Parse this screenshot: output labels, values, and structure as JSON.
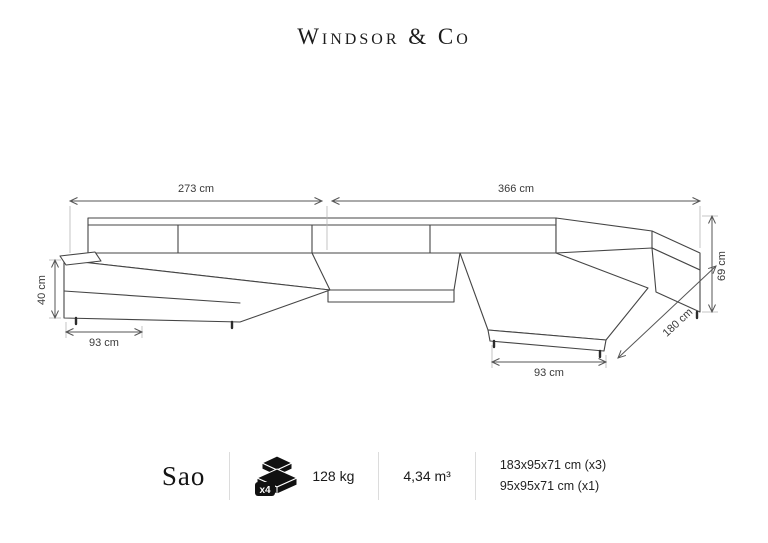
{
  "brand": {
    "name": "Windsor & Co"
  },
  "product": {
    "name": "Sao"
  },
  "dimensions": {
    "top_left": "273 cm",
    "top_right": "366 cm",
    "height_right": "69 cm",
    "height_left": "40 cm",
    "depth_left": "93 cm",
    "depth_right_front": "93 cm",
    "length_right_side": "180 cm"
  },
  "specs": {
    "packages_icon": "package-stack-icon",
    "packages_count": "x4",
    "weight": "128 kg",
    "volume": "4,34 m³",
    "package_sizes": [
      "183x95x71 cm (x3)",
      "95x95x71 cm (x1)"
    ]
  },
  "colors": {
    "line": "#454545",
    "text": "#1a1a1a",
    "divider": "#dcdcdc"
  }
}
